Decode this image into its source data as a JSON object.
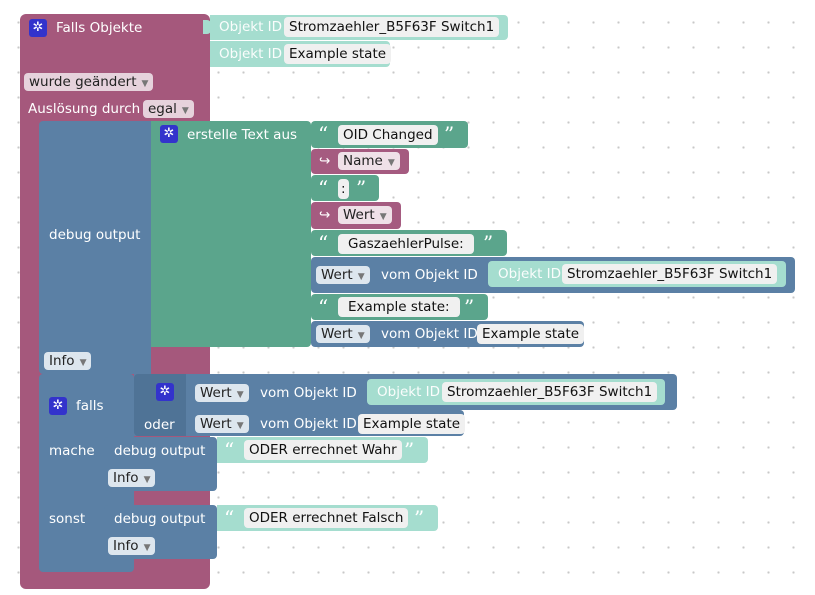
{
  "trigger": {
    "title": "Falls Objekte",
    "object_label": "Objekt ID",
    "objects": [
      "Stromzaehler_B5F63F  Switch1",
      "Example state"
    ],
    "change_option": "wurde geändert",
    "trigger_by_label": "Auslösung durch",
    "trigger_by_value": "egal"
  },
  "debug1": {
    "label": "debug output",
    "level": "Info",
    "text_block_label": "erstelle Text aus",
    "parts": {
      "oid_changed": "OID Changed",
      "name_var": "Name",
      "colon": ":",
      "wert_var": "Wert",
      "gas_label": "GaszaehlerPulse:",
      "example_label": "Example state:"
    },
    "get_value": {
      "prop": "Wert",
      "from_label": "vom Objekt ID",
      "obj_label": "Objekt ID",
      "obj1": "Stromzaehler_B5F63F  Switch1",
      "obj2": "Example state"
    }
  },
  "if_block": {
    "falls": "falls",
    "oder": "oder",
    "mache": "mache",
    "sonst": "sonst",
    "cond_prop": "Wert",
    "from_label": "vom Objekt ID",
    "obj_label": "Objekt ID",
    "obj1": "Stromzaehler_B5F63F  Switch1",
    "obj2": "Example state",
    "debug_label": "debug output",
    "level": "Info",
    "true_text": "ODER errechnet Wahr",
    "false_text": "ODER errechnet Falsch"
  },
  "colors": {
    "trigger": "#a5587c",
    "logic": "#5b80a5",
    "text": "#5ba58c",
    "object": "#a5ddcf",
    "variable": "#a55b80"
  }
}
